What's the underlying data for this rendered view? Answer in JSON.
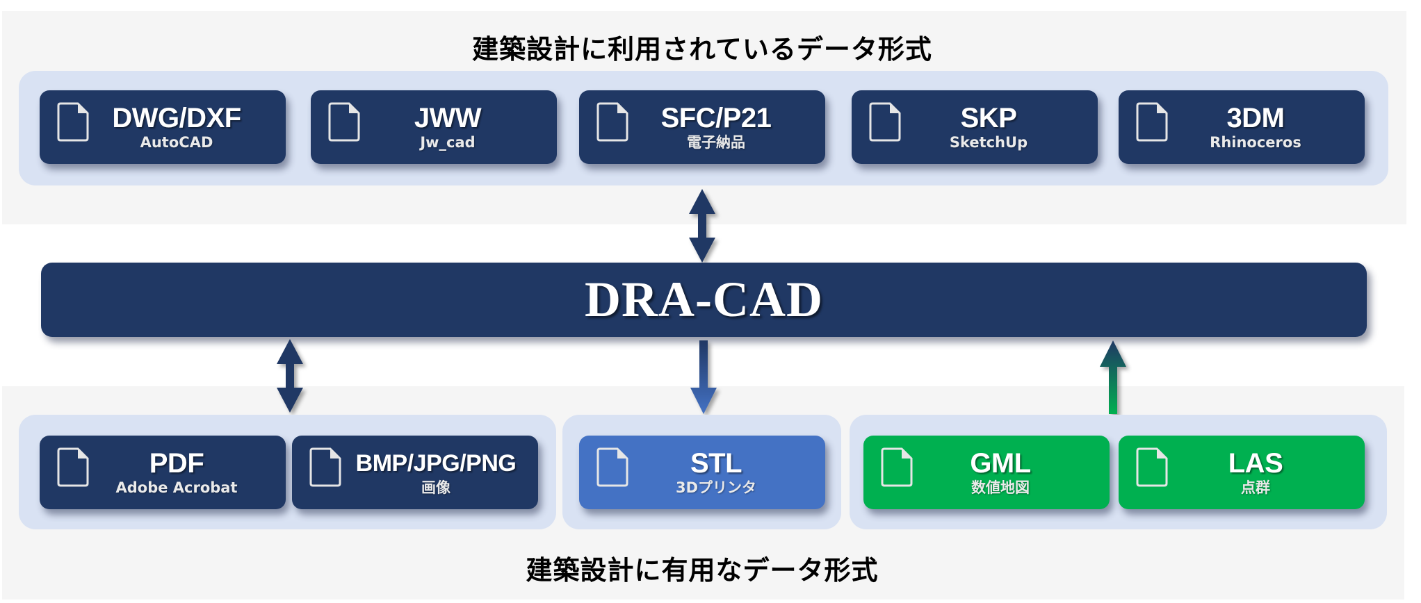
{
  "top_section": {
    "title": "建築設計に利用されているデータ形式",
    "cards": [
      {
        "format": "DWG/DXF",
        "software": "AutoCAD"
      },
      {
        "format": "JWW",
        "software": "Jw_cad"
      },
      {
        "format": "SFC/P21",
        "software": "電子納品"
      },
      {
        "format": "SKP",
        "software": "SketchUp"
      },
      {
        "format": "3DM",
        "software": "Rhinoceros"
      }
    ]
  },
  "core": {
    "label": "DRA-CAD"
  },
  "bottom_section": {
    "title": "建築設計に有用なデータ形式",
    "groups": [
      {
        "flow": "bidirectional",
        "cards": [
          {
            "format": "PDF",
            "software": "Adobe Acrobat"
          },
          {
            "format": "BMP/JPG/PNG",
            "software": "画像"
          }
        ]
      },
      {
        "flow": "export",
        "cards": [
          {
            "format": "STL",
            "software": "3Dプリンタ"
          }
        ]
      },
      {
        "flow": "import",
        "cards": [
          {
            "format": "GML",
            "software": "数値地図"
          },
          {
            "format": "LAS",
            "software": "点群"
          }
        ]
      }
    ]
  },
  "connections": [
    {
      "between": "top_section",
      "direction": "bidirectional"
    },
    {
      "between": "bottom_group_1",
      "direction": "bidirectional"
    },
    {
      "between": "bottom_group_2",
      "direction": "export-to-group"
    },
    {
      "between": "bottom_group_3",
      "direction": "import-to-core"
    }
  ],
  "colors": {
    "navy": "#203864",
    "blue": "#4472c4",
    "green": "#00b050",
    "group_bg": "#d9e2f3",
    "band_bg": "#f5f5f5"
  }
}
